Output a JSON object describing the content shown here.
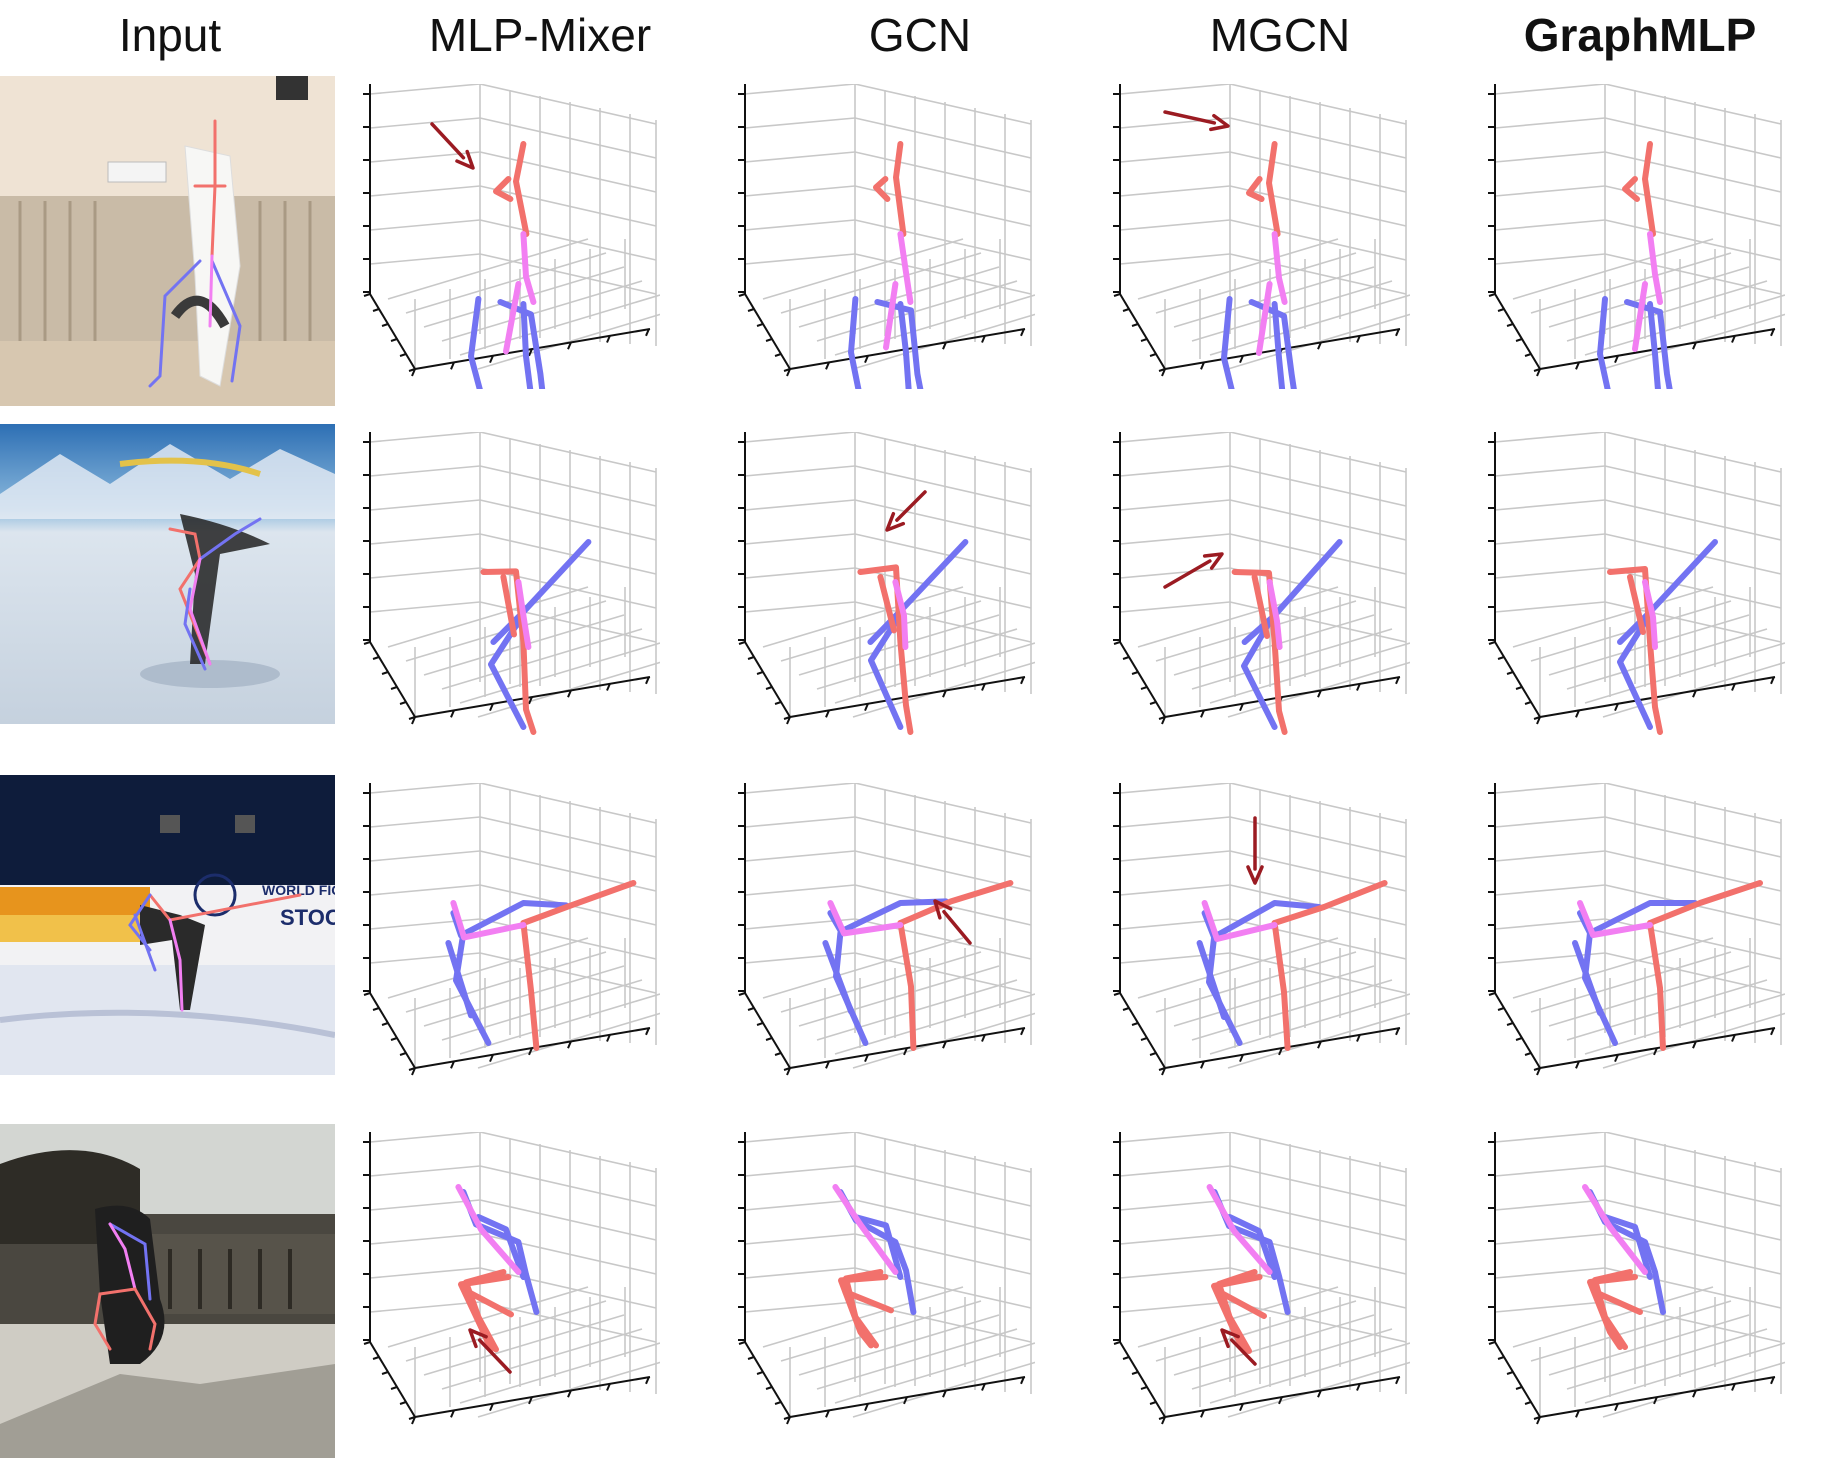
{
  "columns": [
    "Input",
    "MLP-Mixer",
    "GCN",
    "MGCN",
    "GraphMLP"
  ],
  "highlight_column": "GraphMLP",
  "colors": {
    "left_limbs": "#7373f2",
    "right_limbs": "#f2716c",
    "torso": "#f27ff2",
    "arrow": "#9b1b22",
    "grid": "#c8c8c8",
    "axis": "#111111"
  },
  "rows": [
    {
      "scene": "dance studio, performer in bridge-like pose",
      "photo_colors": [
        "#efe2d2",
        "#b9a990",
        "#d8c9b6"
      ],
      "methods": {
        "MLP-Mixer": {
          "pose": "handstand",
          "error_marked": true
        },
        "GCN": {
          "pose": "handstand",
          "error_marked": false
        },
        "MGCN": {
          "pose": "handstand",
          "error_marked": true
        },
        "GraphMLP": {
          "pose": "handstand",
          "error_marked": false
        }
      }
    },
    {
      "scene": "figure skater on ice, bending forward",
      "photo_colors": [
        "#4d93c9",
        "#d8e1ea",
        "#c7d3df"
      ],
      "methods": {
        "MLP-Mixer": {
          "pose": "skate-bend",
          "error_marked": false
        },
        "GCN": {
          "pose": "skate-bend",
          "error_marked": true
        },
        "MGCN": {
          "pose": "skate-bend",
          "error_marked": true
        },
        "GraphMLP": {
          "pose": "skate-bend",
          "error_marked": false
        }
      }
    },
    {
      "scene": "figure skater in arabesque",
      "photo_text": [
        "WORLD FIG",
        "STOC"
      ],
      "photo_colors": [
        "#0f1d3a",
        "#eef1f7",
        "#cfd6e6"
      ],
      "methods": {
        "MLP-Mixer": {
          "pose": "arabesque",
          "error_marked": false
        },
        "GCN": {
          "pose": "arabesque",
          "error_marked": true
        },
        "MGCN": {
          "pose": "arabesque",
          "error_marked": true
        },
        "GraphMLP": {
          "pose": "arabesque",
          "error_marked": false
        }
      }
    },
    {
      "scene": "outdoor, person crouching",
      "photo_colors": [
        "#3b3a36",
        "#d9d7d0",
        "#6a6358"
      ],
      "methods": {
        "MLP-Mixer": {
          "pose": "crouch",
          "error_marked": true
        },
        "GCN": {
          "pose": "crouch",
          "error_marked": false
        },
        "MGCN": {
          "pose": "crouch",
          "error_marked": true
        },
        "GraphMLP": {
          "pose": "crouch",
          "error_marked": false
        }
      }
    }
  ]
}
